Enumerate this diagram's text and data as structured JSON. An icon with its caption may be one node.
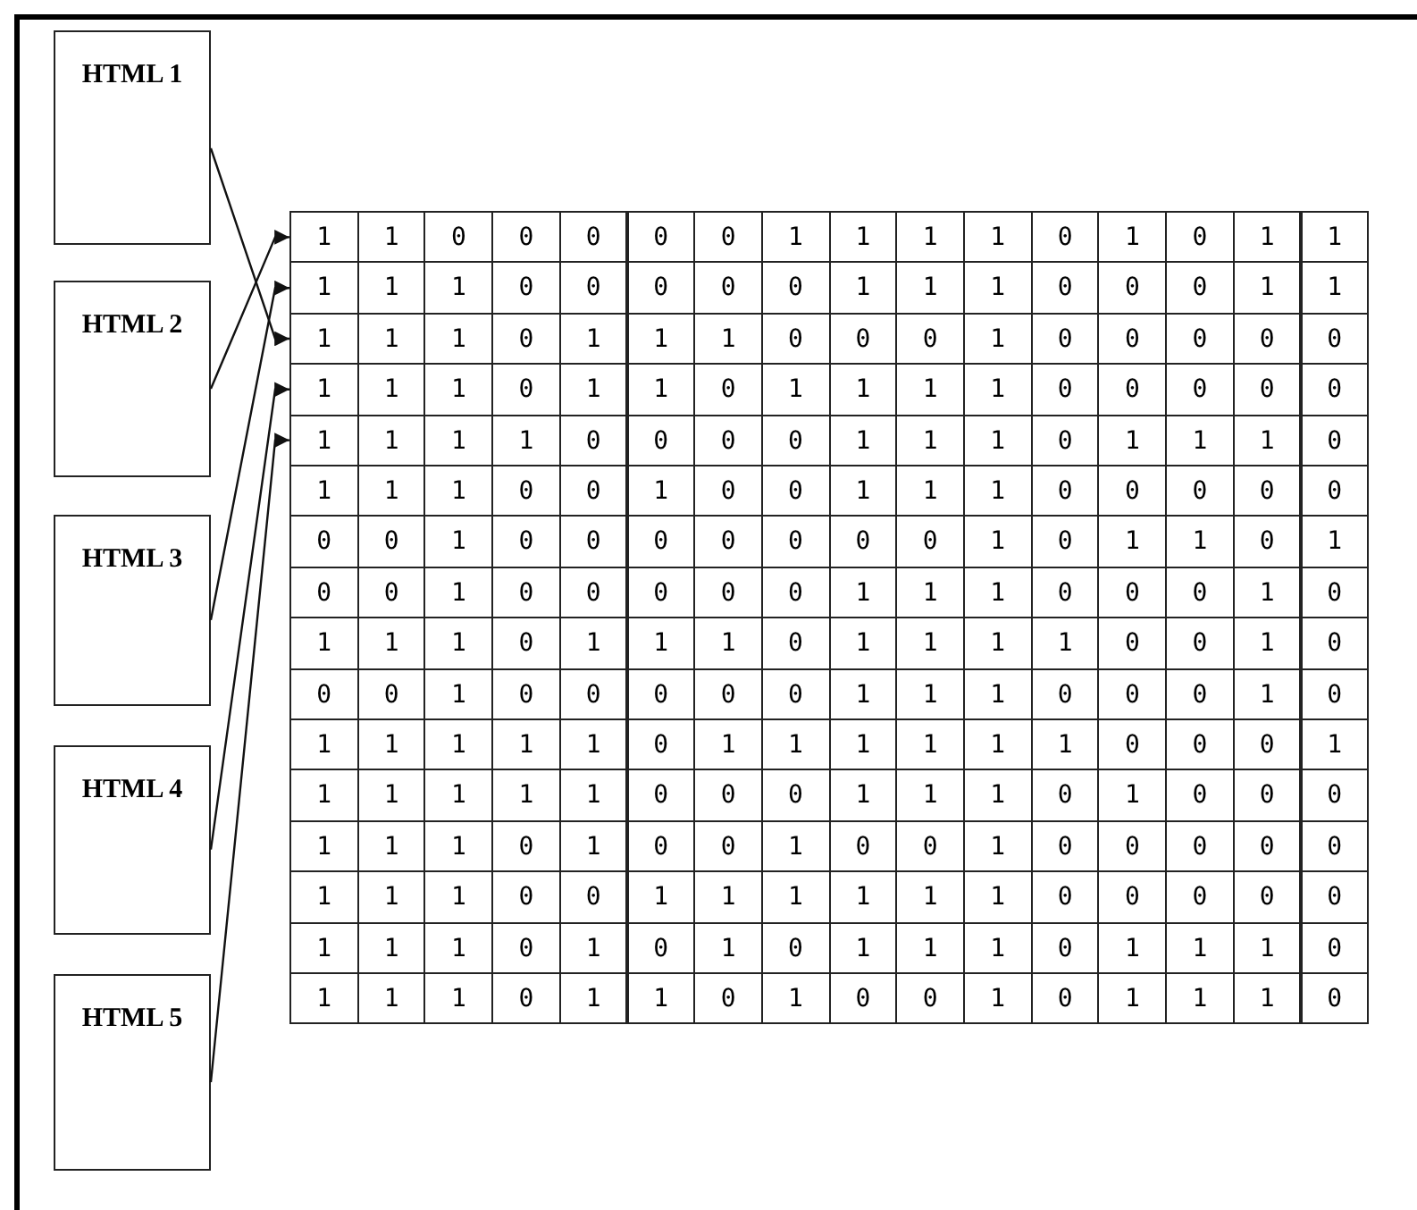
{
  "diagram": {
    "nodes": [
      {
        "text": [
          "HTML 1"
        ]
      },
      {
        "text": [
          "HTML 2"
        ]
      },
      {
        "text": [
          "HTML 3"
        ]
      },
      {
        "text": [
          "HTML 4"
        ]
      },
      {
        "text": [
          "HTML 5"
        ]
      },
      {
        "text": [
          "1"
        ]
      },
      {
        "text": [
          "1"
        ]
      },
      {
        "text": [
          "1"
        ]
      },
      {
        "text": [
          "1"
        ]
      },
      {
        "text": [
          "1"
        ]
      }
    ],
    "edges": [
      {
        "from": 0,
        "to": 7,
        "arrow": "to"
      },
      {
        "from": 1,
        "to": 5,
        "arrow": "to"
      },
      {
        "from": 2,
        "to": 6,
        "arrow": "to"
      },
      {
        "from": 3,
        "to": 8,
        "arrow": "to"
      },
      {
        "from": 4,
        "to": 9,
        "arrow": "to"
      }
    ],
    "labels": [
      "1",
      "0",
      "0",
      "0",
      "0",
      "0",
      "1",
      "1",
      "1",
      "1",
      "0",
      "1",
      "0",
      "1",
      "1",
      "1",
      "1",
      "0",
      "0",
      "0",
      "0",
      "0",
      "1",
      "1",
      "1",
      "0",
      "0",
      "0",
      "1",
      "1",
      "1",
      "1",
      "0",
      "1",
      "1",
      "1",
      "0",
      "0",
      "0",
      "1",
      "0",
      "0",
      "0",
      "0",
      "0",
      "1",
      "1",
      "0",
      "1",
      "1",
      "0",
      "1",
      "1",
      "1",
      "1",
      "0",
      "0",
      "0",
      "0",
      "0",
      "1",
      "1",
      "1",
      "0",
      "0",
      "0",
      "0",
      "1",
      "1",
      "1",
      "0",
      "1",
      "1",
      "1",
      "0",
      "1",
      "1",
      "1",
      "0",
      "0",
      "1",
      "0",
      "0",
      "1",
      "1",
      "1",
      "0",
      "0",
      "0",
      "0",
      "0",
      "0",
      "0",
      "1",
      "0",
      "0",
      "0",
      "0",
      "0",
      "0",
      "0",
      "1",
      "0",
      "1",
      "1",
      "0",
      "1",
      "0",
      "0",
      "1",
      "0",
      "0",
      "0",
      "0",
      "0",
      "1",
      "1",
      "1",
      "0",
      "0",
      "0",
      "1",
      "0",
      "1",
      "1",
      "1",
      "0",
      "1",
      "1",
      "1",
      "0",
      "1",
      "1",
      "1",
      "1",
      "0",
      "0",
      "1",
      "0",
      "0",
      "0",
      "1",
      "0",
      "0",
      "0",
      "0",
      "0",
      "1",
      "1",
      "1",
      "0",
      "0",
      "0",
      "1",
      "0",
      "1",
      "1",
      "1",
      "1",
      "1",
      "0",
      "1",
      "1",
      "1",
      "1",
      "1",
      "1",
      "0",
      "0",
      "0",
      "1",
      "1",
      "1",
      "1",
      "1",
      "1",
      "0",
      "0",
      "0",
      "1",
      "1",
      "1",
      "0",
      "1",
      "0",
      "0",
      "0",
      "1",
      "1",
      "1",
      "0",
      "1",
      "0",
      "0",
      "1",
      "0",
      "0",
      "1",
      "0",
      "0",
      "0",
      "0",
      "0",
      "1",
      "1",
      "1",
      "0",
      "0",
      "1",
      "1",
      "1",
      "1",
      "1",
      "1",
      "0",
      "0",
      "0",
      "0",
      "0",
      "1",
      "1",
      "1",
      "0",
      "1",
      "0",
      "1",
      "0",
      "1",
      "1",
      "1",
      "0",
      "1",
      "1",
      "1",
      "0",
      "1",
      "1",
      "1",
      "0",
      "1",
      "1",
      "0",
      "1",
      "0",
      "0",
      "1",
      "0",
      "1",
      "1",
      "1",
      "0"
    ]
  }
}
